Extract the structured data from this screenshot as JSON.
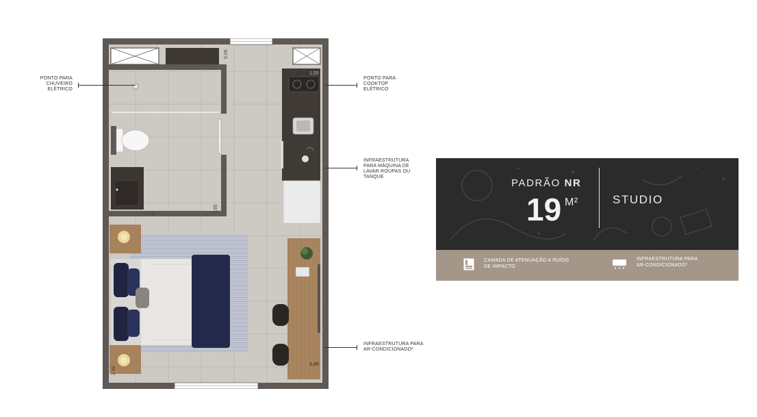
{
  "colors": {
    "panel_dark": "#2b2b2b",
    "panel_band": "#a4978a",
    "wall": "#5e5955",
    "floor": "#c9c5bf",
    "wood": "#a7825c",
    "countertop": "#3f3a36"
  },
  "callouts": {
    "shower": "PONTO PARA\nCHUVEIRO\nELÉTRICO",
    "cooktop": "PONTO PARA\nCOOKTOP\nELÉTRICO",
    "laundry": "INFRAESTRUTURA\nPARA MÁQUINA DE\nLAVAR ROUPAS OU\nTANQUE",
    "ac": "INFRAESTRUTURA PARA\nAR-CONDICIONADO*"
  },
  "dimensions": {
    "d_top_small": "5,05",
    "d_kitchen": "1,55",
    "d_bath_w": "1,74",
    "d_bath_h": "2,65",
    "d_bed": "2,48",
    "d_total": "3,40"
  },
  "panel": {
    "padrao": "PADRÃO",
    "padrao_bold": "NR",
    "area_number": "19",
    "area_unit": "M²",
    "type": "STUDIO",
    "features": [
      {
        "icon": "floor-layers-icon",
        "text": "CAMADA DE ATENUAÇÃO A RUÍDO\nDE IMPACTO"
      },
      {
        "icon": "air-conditioner-icon",
        "text": "INFRAESTRUTURA PARA\nAR-CONDICIONADO*"
      }
    ]
  }
}
